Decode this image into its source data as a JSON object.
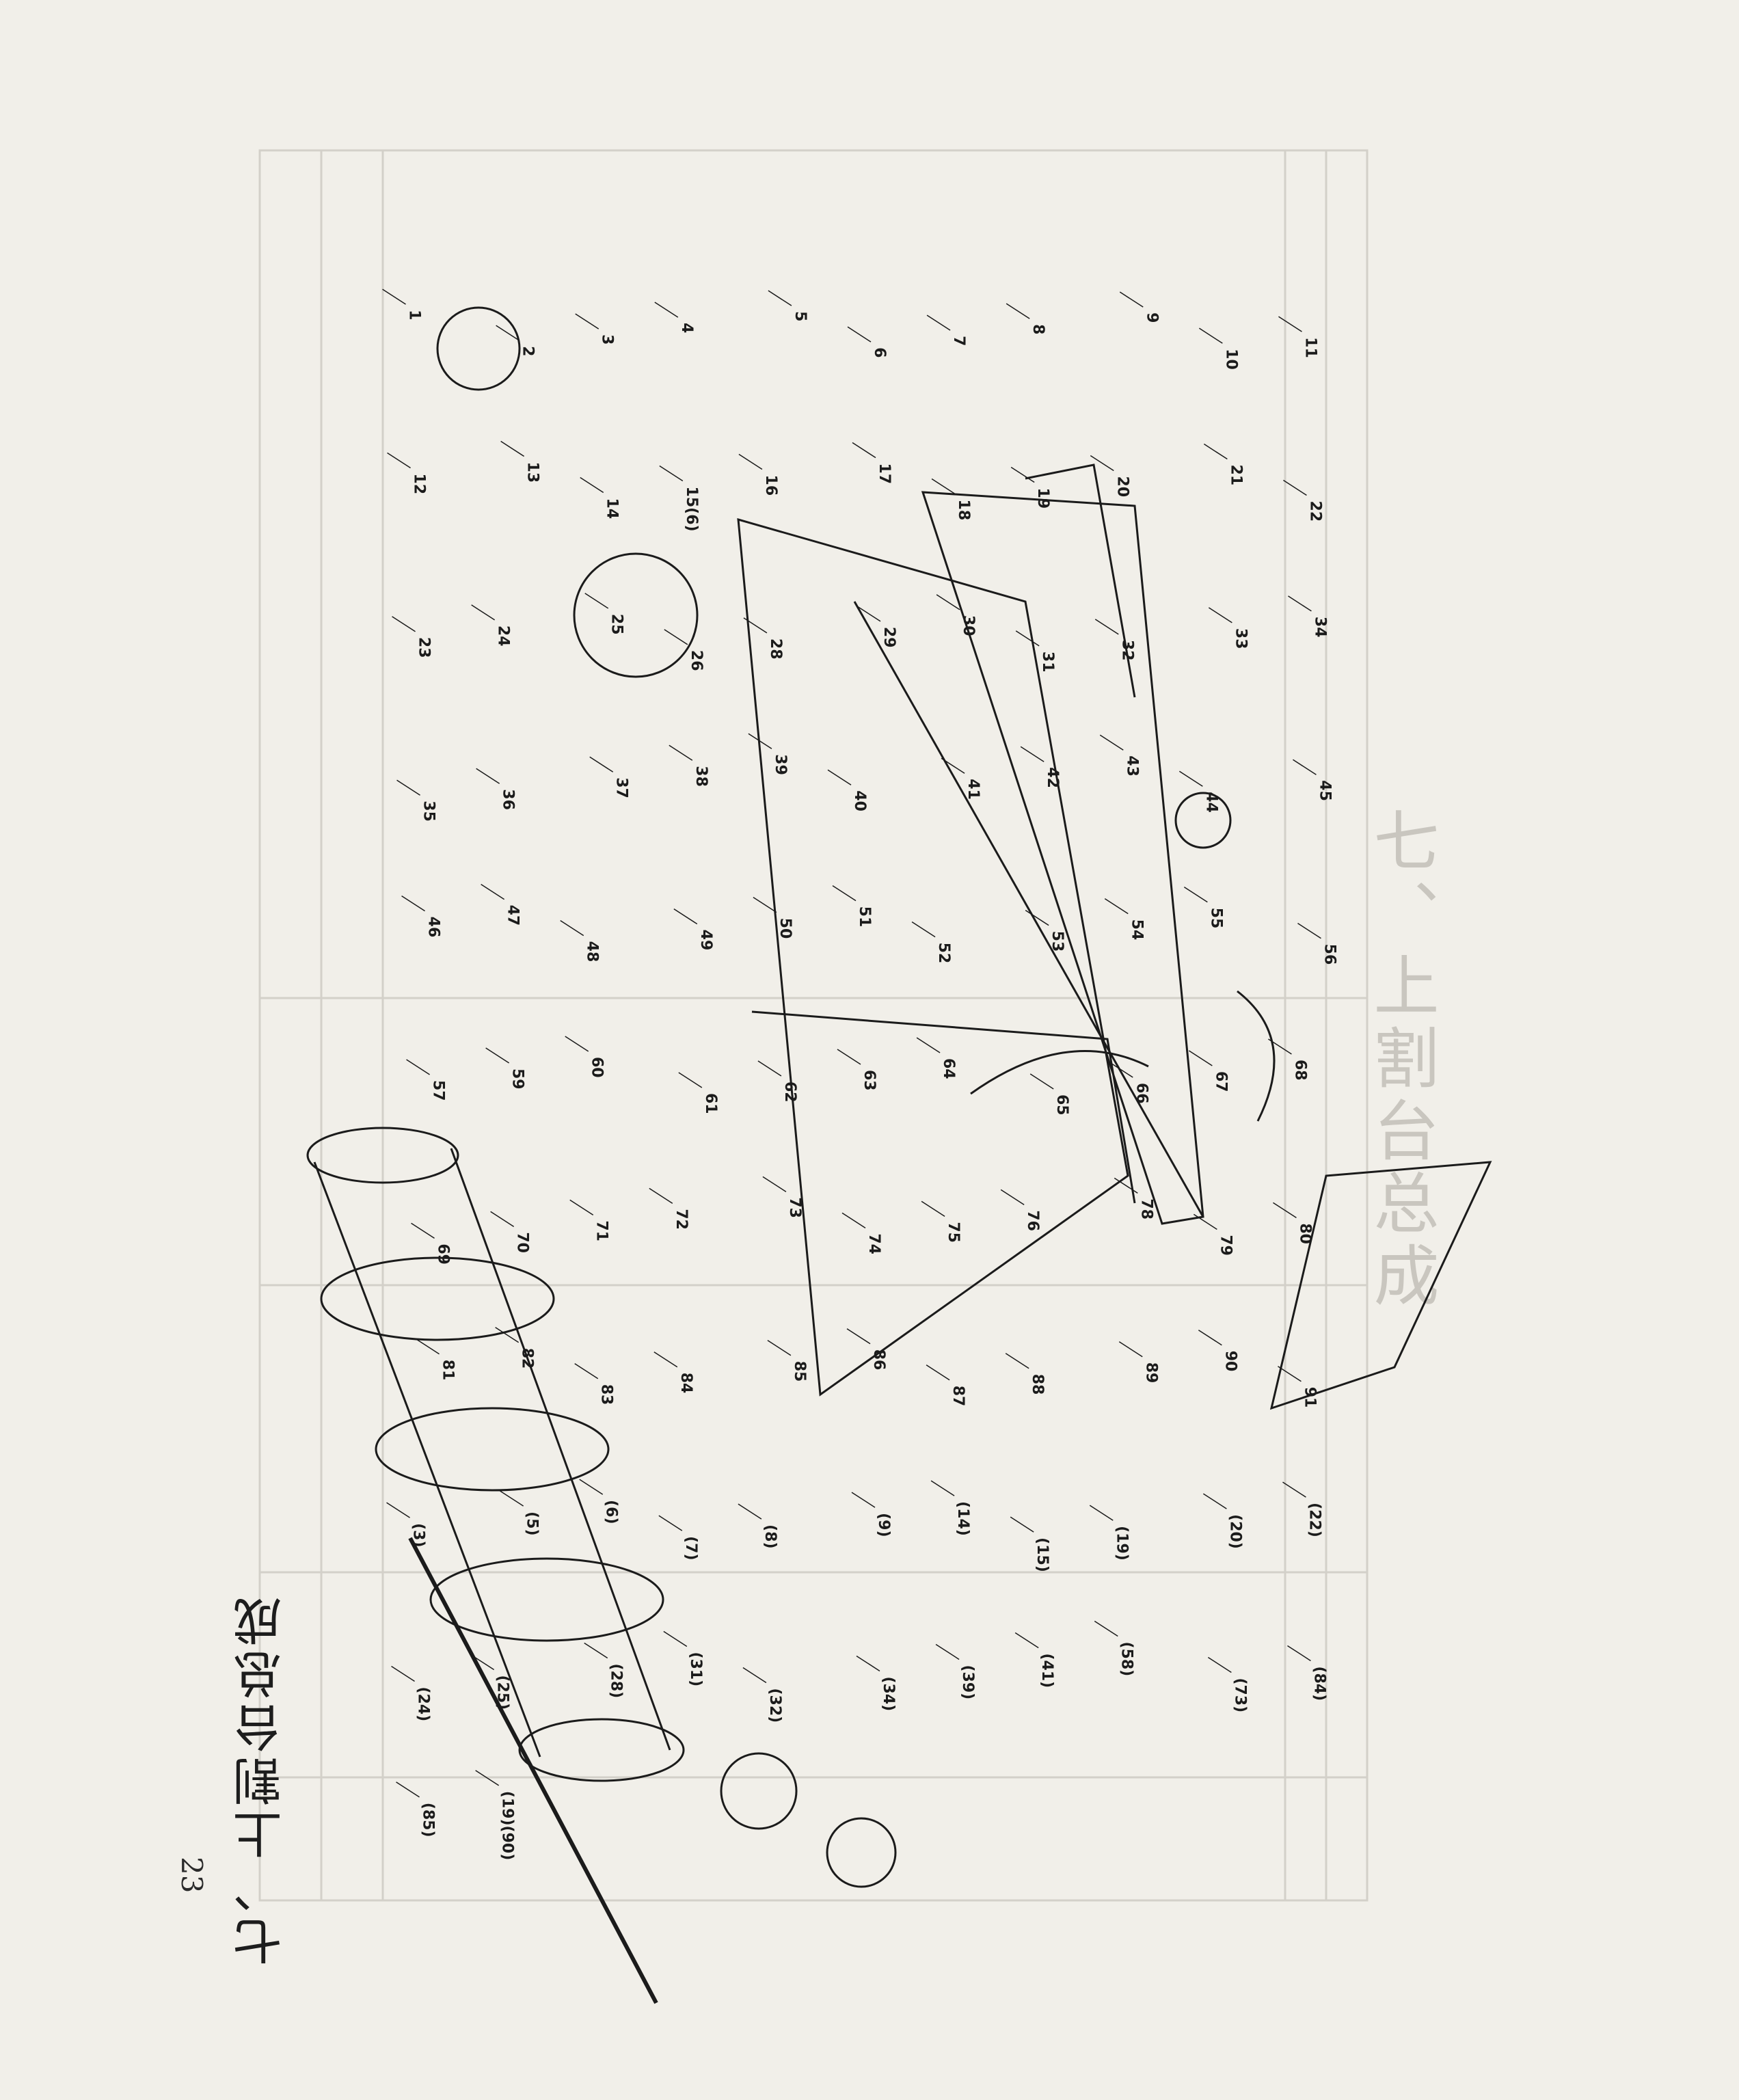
{
  "page": {
    "title": "七、上割台总成",
    "ghost_title": "七、上割台总成",
    "page_number": "23"
  },
  "colors": {
    "paper": "#f1efe9",
    "ink": "#1b1b1b",
    "ghost_table": "#d3d0c9"
  },
  "diagram": {
    "callouts": [
      "1",
      "2",
      "3",
      "4",
      "5",
      "6",
      "7",
      "8",
      "9",
      "10",
      "11",
      "12",
      "13",
      "14",
      "15(6)",
      "16",
      "17",
      "18",
      "19",
      "20",
      "21",
      "22",
      "23",
      "24",
      "25",
      "26",
      "28",
      "29",
      "30",
      "31",
      "32",
      "33",
      "34",
      "35",
      "36",
      "37",
      "38",
      "39",
      "40",
      "41",
      "42",
      "43",
      "44",
      "45",
      "46",
      "47",
      "48",
      "49",
      "50",
      "51",
      "52",
      "53",
      "54",
      "55",
      "56",
      "57",
      "59",
      "60",
      "61",
      "62",
      "63",
      "64",
      "65",
      "66",
      "67",
      "68",
      "69",
      "70",
      "71",
      "72",
      "73",
      "74",
      "75",
      "76",
      "78",
      "79",
      "80",
      "81",
      "82",
      "83",
      "84",
      "85",
      "86",
      "87",
      "88",
      "89",
      "90",
      "91",
      "(3)",
      "(5)",
      "(6)",
      "(7)",
      "(8)",
      "(9)",
      "(14)",
      "(15)",
      "(19)",
      "(20)",
      "(22)",
      "(24)",
      "(25)",
      "(28)",
      "(31)",
      "(32)",
      "(34)",
      "(39)",
      "(41)",
      "(58)",
      "(73)",
      "(84)",
      "(85)",
      "(19)(90)"
    ]
  }
}
